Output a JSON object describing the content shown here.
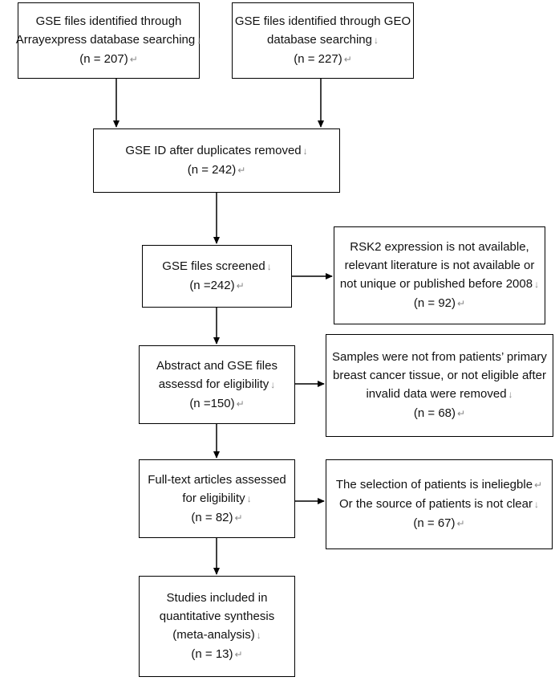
{
  "boxes": {
    "arrayexpress": {
      "lines": [
        "GSE files identified through",
        "Arrayexpress database searching",
        "(n = 207)"
      ],
      "marks": [
        "",
        "↓",
        "↵"
      ]
    },
    "geo": {
      "lines": [
        "GSE files identified through GEO",
        "database searching",
        "(n = 227)"
      ],
      "marks": [
        "",
        "↓",
        "↵"
      ]
    },
    "duplicates": {
      "lines": [
        "GSE ID after duplicates removed",
        "(n = 242)"
      ],
      "marks": [
        "↓",
        "↵"
      ]
    },
    "screened": {
      "lines": [
        "GSE files screened",
        "(n =242)"
      ],
      "marks": [
        "↓",
        "↵"
      ]
    },
    "excluded1": {
      "lines": [
        "RSK2 expression is not available,",
        "relevant literature is not available or",
        "not unique or published before 2008",
        "(n = 92)"
      ],
      "marks": [
        "",
        "",
        "↓",
        "↵"
      ]
    },
    "abstract": {
      "lines": [
        "Abstract and GSE files",
        "assessd for eligibility",
        "(n =150)"
      ],
      "marks": [
        "",
        "↓",
        "↵"
      ]
    },
    "excluded2": {
      "lines": [
        "Samples were not from patients’ primary",
        "breast cancer tissue, or not eligible after",
        "invalid data were removed",
        "(n = 68)"
      ],
      "marks": [
        "",
        "",
        "↓",
        "↵"
      ]
    },
    "fulltext": {
      "lines": [
        "Full-text articles assessed",
        "for eligibility",
        "(n = 82)"
      ],
      "marks": [
        "",
        "↓",
        "↵"
      ]
    },
    "excluded3": {
      "lines": [
        "The selection of patients is ineliegble",
        "Or the source of patients is not clear",
        "(n = 67)"
      ],
      "marks": [
        "↵",
        "↓",
        "↵"
      ]
    },
    "included": {
      "lines": [
        "Studies included in",
        "quantitative synthesis",
        "(meta-analysis)",
        "(n = 13)"
      ],
      "marks": [
        "",
        "",
        "↓",
        "↵"
      ]
    }
  }
}
